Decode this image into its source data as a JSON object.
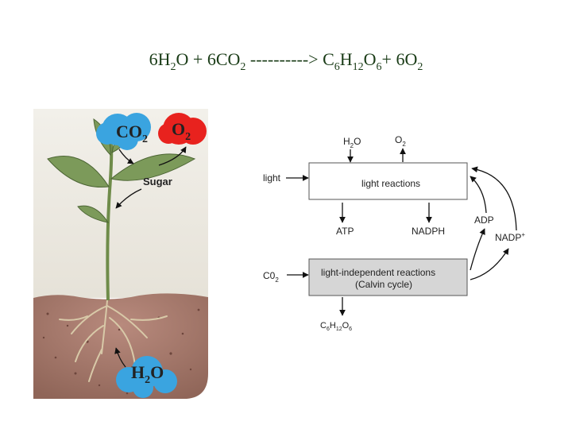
{
  "equation": {
    "water": "6H",
    "water_sub": "2",
    "water_end": "O",
    "plus1": "+",
    "co2": "6CO",
    "co2_sub": "2",
    "arrow": "---------->",
    "glucose_c": "C",
    "glucose_c_sub": "6",
    "glucose_h": "H",
    "glucose_h_sub": "12",
    "glucose_o": "O",
    "glucose_o_sub": "6",
    "plus2": "+",
    "oxygen": "6O",
    "oxygen_sub": "2"
  },
  "plant": {
    "co2_bubble": "CO",
    "co2_bubble_sub": "2",
    "o2_bubble": "O",
    "o2_bubble_sub": "2",
    "sugar_label": "Sugar",
    "h2o_bubble": "H",
    "h2o_bubble_sub": "2",
    "h2o_bubble_end": "O"
  },
  "flow": {
    "h2o_in": "H",
    "h2o_in_sub": "2",
    "h2o_in_end": "O",
    "o2_out": "O",
    "o2_out_sub": "2",
    "light": "light",
    "light_reactions": "light reactions",
    "atp": "ATP",
    "nadph": "NADPH",
    "adp": "ADP",
    "nadp": "NADP",
    "nadp_sup": "+",
    "co2_in": "C0",
    "co2_in_sub": "2",
    "calvin_line1": "light-independent reactions",
    "calvin_line2": "(Calvin cycle)",
    "glucose_c": "C",
    "glucose_c_sub": "6",
    "glucose_h": "H",
    "glucose_h_sub": "12",
    "glucose_o": "O",
    "glucose_o_sub": "6"
  },
  "colors": {
    "equation_text": "#1a3c17",
    "bubble_blue": "#3aa4e0",
    "bubble_red": "#e8221e",
    "soil": "#a77a6e",
    "leaf_green": "#7c9a5a",
    "box_gray": "#d6d6d6"
  }
}
